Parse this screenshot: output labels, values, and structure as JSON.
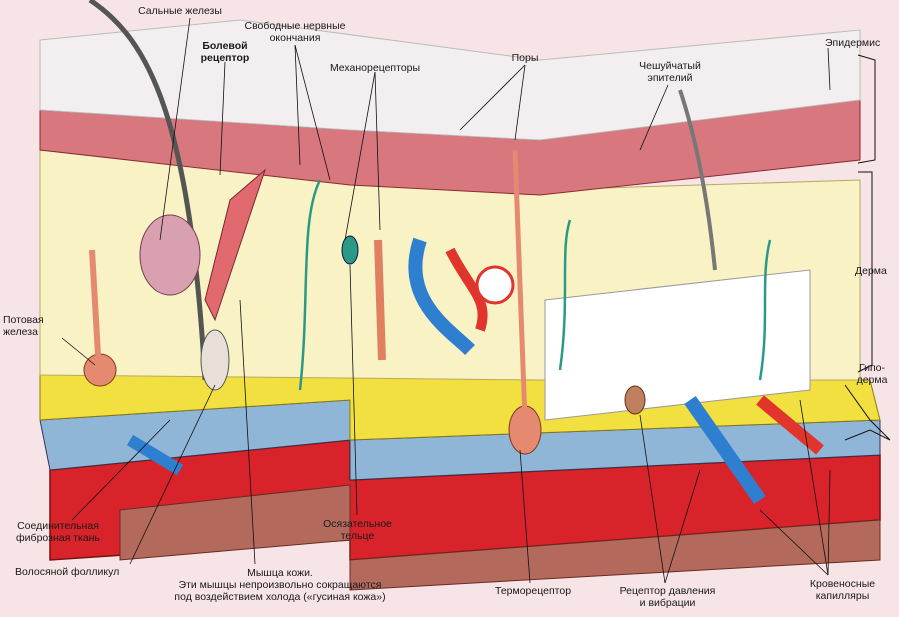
{
  "labels": {
    "sebaceous": "Сальные железы",
    "pain_receptor": "Болевой\nрецептор",
    "free_nerve_endings": "Свободные нервные\nокончания",
    "mechanoreceptors": "Механорецепторы",
    "pores": "Поры",
    "squamous": "Чешуйчатый\nэпителий",
    "epidermis": "Эпидермис",
    "dermis": "Дерма",
    "hypodermis": "Гипо-\nдерма",
    "sweat_gland": "Потовая\nжелеза",
    "connective": "Соединительная\nфиброзная ткань",
    "hair_follicle": "Волосяной фолликул",
    "muscle": "Мышца кожи.\nЭти мышцы непроизвольно сокращаются\nпод воздействием холода («гусиная кожа»)",
    "tactile": "Осязательное\nтельце",
    "thermoreceptor": "Терморецептор",
    "pressure": "Рецептор давления\nи вибрации",
    "capillaries": "Кровеносные\nкапилляры"
  },
  "colors": {
    "background": "#f6e4e6",
    "epidermis": "#f3eef0",
    "dermis": "#f8f2c4",
    "fat": "#f2e040",
    "muscle": "#d8232a",
    "vein": "#2f7fd0",
    "artery": "#e0342c",
    "nerve": "#2a9a86"
  }
}
